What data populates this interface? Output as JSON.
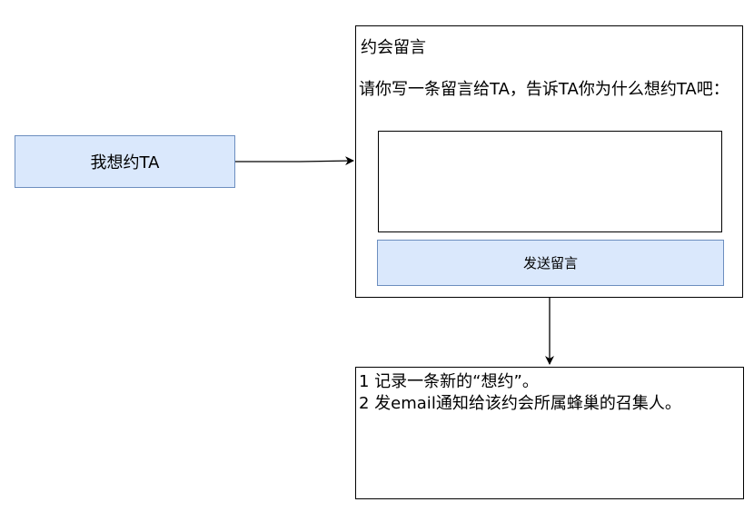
{
  "start_node": {
    "label": "我想约TA"
  },
  "panel": {
    "title": "约会留言",
    "prompt": "请你写一条留言给TA，告诉TA你为什么想约TA吧：",
    "message_value": "",
    "send_label": "发送留言"
  },
  "result": {
    "lines": [
      "1 记录一条新的“想约”。",
      "2 发email通知给该约会所属蜂巢的召集人。"
    ]
  },
  "colors": {
    "node_fill": "#dae8fc",
    "node_stroke": "#6c8ebf",
    "line": "#000000"
  }
}
